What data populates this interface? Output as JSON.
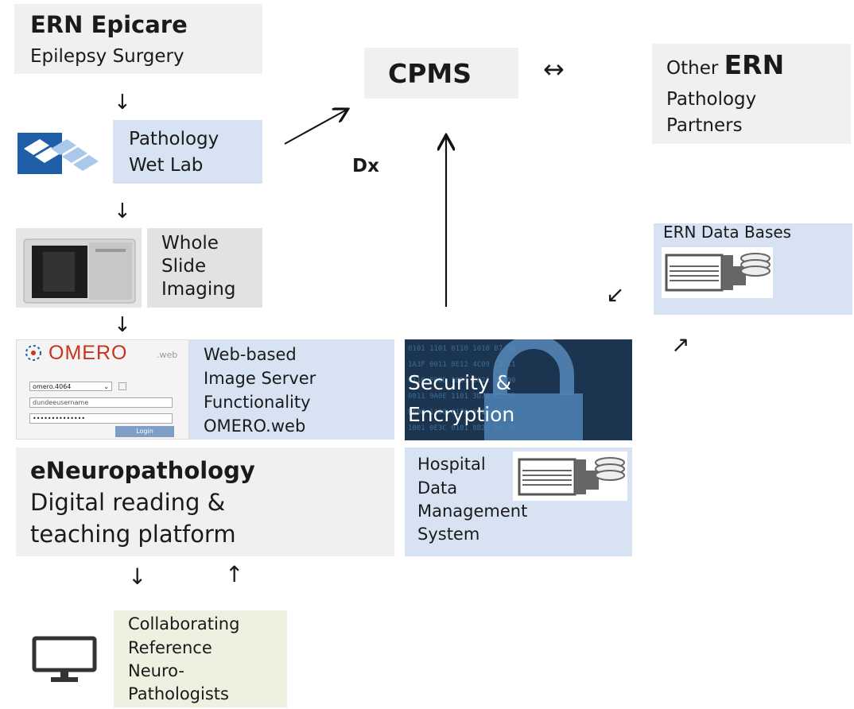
{
  "ern_epicare": {
    "title": "ERN Epicare",
    "subtitle": "Epilepsy Surgery"
  },
  "cpms": {
    "label": "CPMS"
  },
  "other_ern": {
    "prefix": "Other ",
    "bold": "ERN",
    "line2": "Pathology",
    "line3": "Partners"
  },
  "wet_lab": {
    "line1": "Pathology",
    "line2": "Wet Lab"
  },
  "dx": {
    "label": "Dx"
  },
  "wsi": {
    "line1": "Whole",
    "line2": "Slide",
    "line3": "Imaging"
  },
  "ern_db": {
    "label": "ERN Data Bases"
  },
  "omero": {
    "logo": "OMERO",
    "logo_suffix": ".web",
    "server_select": "omero.4064",
    "username": "dundeeusername",
    "password": "••••••••••••••",
    "login_button": "Login"
  },
  "web_server": {
    "line1": "Web-based",
    "line2": "Image Server",
    "line3": "Functionality",
    "line4": "OMERO.web"
  },
  "security": {
    "line1": "Security &",
    "line2": "Encryption"
  },
  "eneuro": {
    "title": "eNeuropathology",
    "line2": "Digital reading &",
    "line3": "teaching platform"
  },
  "hospital": {
    "line1": "Hospital",
    "line2": "Data",
    "line3": "Management",
    "line4": "System"
  },
  "collab": {
    "line1": "Collaborating",
    "line2": "Reference",
    "line3": "Neuro-",
    "line4": "Pathologists"
  },
  "arrows": {
    "down": "↓",
    "up": "↑",
    "both": "↔",
    "sw": "↙",
    "ne": "↗"
  },
  "colors": {
    "gray_box": "#f0f0f0",
    "blue_box": "#d7e3f3",
    "green_box": "#eef1e0",
    "omero_red": "#c8341d",
    "omero_blue": "#1f5fa8"
  }
}
